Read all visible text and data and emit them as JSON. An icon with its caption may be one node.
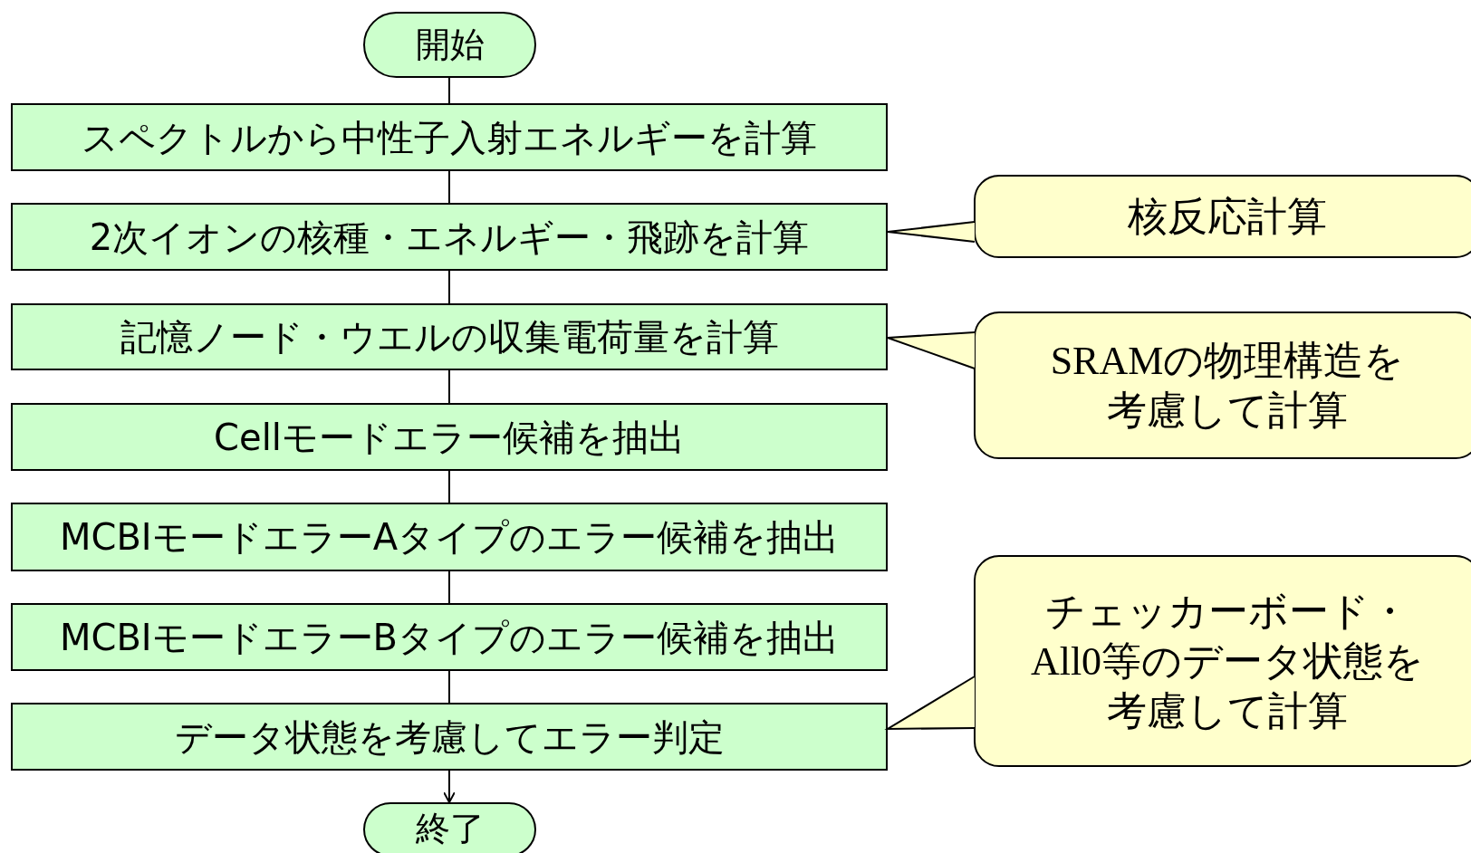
{
  "diagram": {
    "nodes": [
      {
        "text": [
          "開始"
        ]
      },
      {
        "text": [
          "スペクトルから中性子入射エネルギーを計算"
        ]
      },
      {
        "text": [
          "2次イオンの核種・エネルギー・飛跡を計算"
        ]
      },
      {
        "text": [
          "記憶ノード・ウエルの収集電荷量を計算"
        ]
      },
      {
        "text": [
          "Cellモードエラー候補を抽出"
        ]
      },
      {
        "text": [
          "MCBIモードエラーAタイプのエラー候補を抽出"
        ]
      },
      {
        "text": [
          "MCBIモードエラーBタイプのエラー候補を抽出"
        ]
      },
      {
        "text": [
          "データ状態を考慮してエラー判定"
        ]
      },
      {
        "text": [
          "終了"
        ]
      },
      {
        "text": [
          "核反応計算"
        ]
      },
      {
        "text": [
          "SRAMの物理構造を考慮して計算"
        ]
      },
      {
        "text": [
          "チェッカーボード・All0等のデータ状態を考慮して計算"
        ]
      }
    ],
    "edges": [
      {
        "from": 0,
        "to": 1,
        "arrow": "none"
      },
      {
        "from": 1,
        "to": 2,
        "arrow": "none"
      },
      {
        "from": 2,
        "to": 3,
        "arrow": "none"
      },
      {
        "from": 3,
        "to": 4,
        "arrow": "none"
      },
      {
        "from": 4,
        "to": 5,
        "arrow": "none"
      },
      {
        "from": 5,
        "to": 6,
        "arrow": "none"
      },
      {
        "from": 6,
        "to": 7,
        "arrow": "none"
      },
      {
        "from": 7,
        "to": 8,
        "arrow": "to"
      },
      {
        "from": 9,
        "to": 2,
        "arrow": "to"
      },
      {
        "from": 10,
        "to": 3,
        "arrow": "to"
      },
      {
        "from": 11,
        "to": 7,
        "arrow": "to"
      }
    ]
  }
}
